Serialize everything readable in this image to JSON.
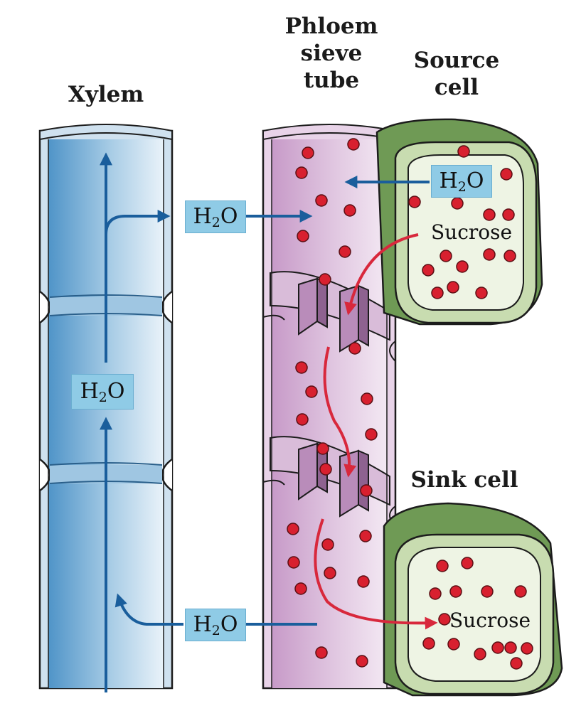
{
  "titles": {
    "xylem": "Xylem",
    "phloem": [
      "Phloem",
      "sieve",
      "tube"
    ],
    "source": [
      "Source",
      "cell"
    ],
    "sink": "Sink cell"
  },
  "labels": {
    "water_h": "H",
    "water_sub": "2",
    "water_o": "O",
    "sucrose": "Sucrose"
  },
  "colors": {
    "xylem": "#4f94c8",
    "phloem": "#d3b0d2",
    "cell_wall": "#c8dcb0",
    "cytoplasm": "#eef4e4",
    "dot": "#d8202f",
    "water_arrow": "#1a5e9c",
    "sucrose_arrow": "#d8283c",
    "label_box": "#8fcbe6"
  }
}
